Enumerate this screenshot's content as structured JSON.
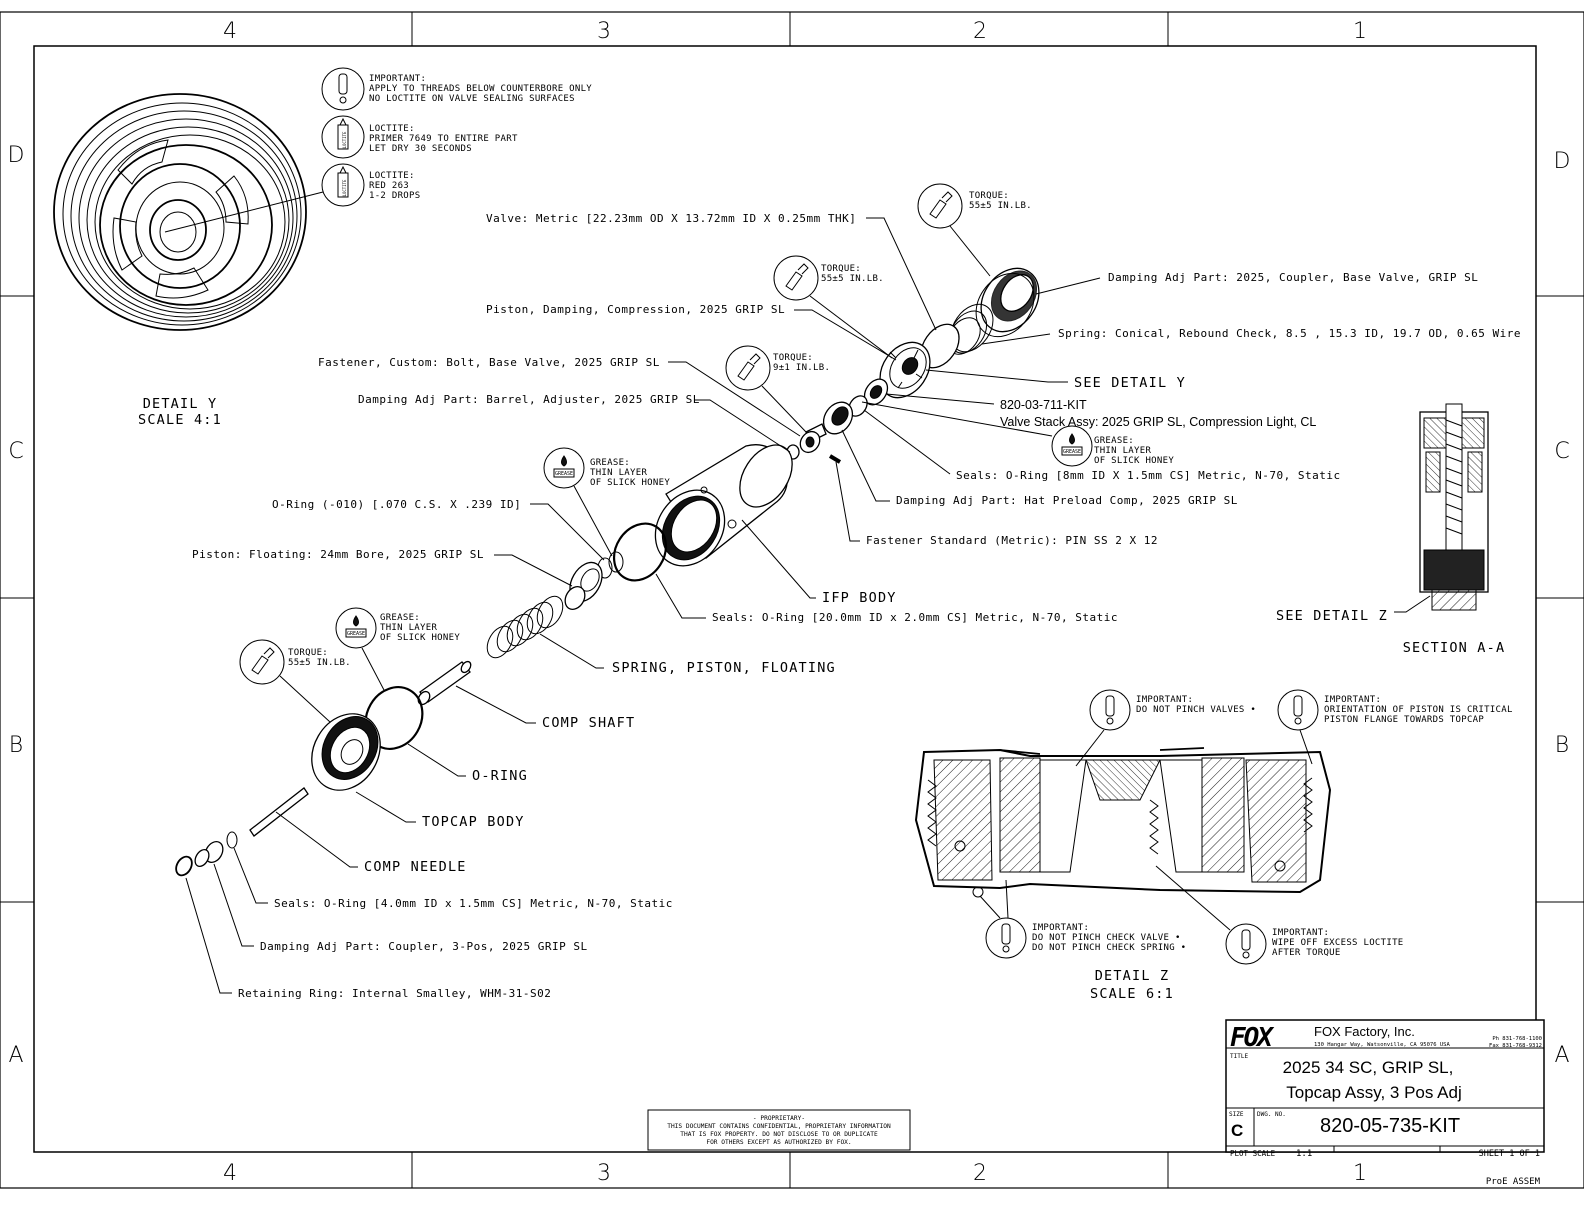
{
  "zones": {
    "cols": [
      "4",
      "3",
      "2",
      "1"
    ],
    "rows": [
      "D",
      "C",
      "B",
      "A"
    ]
  },
  "notes": {
    "important_threads": {
      "head": "IMPORTANT:",
      "l1": "APPLY TO THREADS BELOW COUNTERBORE ONLY",
      "l2": "NO LOCTITE ON VALVE SEALING SURFACES"
    },
    "loctite_primer": {
      "head": "LOCTITE:",
      "l1": "PRIMER 7649 TO ENTIRE PART",
      "l2": "LET DRY 30 SECONDS",
      "icon_label": "LOCTITE"
    },
    "loctite_red": {
      "head": "LOCTITE:",
      "l1": "RED 263",
      "l2": "1-2 DROPS",
      "icon_label": "LOCTITE"
    },
    "torque_top": {
      "head": "TORQUE:",
      "l1": "55±5 IN.LB."
    },
    "torque_piston": {
      "head": "TORQUE:",
      "l1": "55±5 IN.LB."
    },
    "torque_bolt": {
      "head": "TORQUE:",
      "l1": "9±1 IN.LB."
    },
    "torque_topcap": {
      "head": "TORQUE:",
      "l1": "55±5 IN.LB."
    },
    "grease_valve": {
      "head": "GREASE:",
      "l1": "THIN LAYER",
      "l2": "OF SLICK HONEY",
      "icon_label": "GREASE"
    },
    "grease_oring": {
      "head": "GREASE:",
      "l1": "THIN LAYER",
      "l2": "OF SLICK HONEY",
      "icon_label": "GREASE"
    },
    "grease_topcap": {
      "head": "GREASE:",
      "l1": "THIN LAYER",
      "l2": "OF SLICK HONEY",
      "icon_label": "GREASE"
    },
    "pinch_valves": {
      "head": "IMPORTANT:",
      "l1": "DO NOT PINCH VALVES •"
    },
    "orientation": {
      "head": "IMPORTANT:",
      "l1": "ORIENTATION OF PISTON IS CRITICAL",
      "l2": "PISTON FLANGE TOWARDS TOPCAP"
    },
    "pinch_check": {
      "head": "IMPORTANT:",
      "l1": "DO NOT PINCH CHECK VALVE •",
      "l2": "DO NOT PINCH CHECK SPRING •"
    },
    "wipe_loctite": {
      "head": "IMPORTANT:",
      "l1": "WIPE OFF EXCESS LOCTITE",
      "l2": "AFTER TORQUE"
    }
  },
  "labels": {
    "valve_metric": "Valve: Metric [22.23mm OD X 13.72mm ID X 0.25mm THK]",
    "damping_coupler_base": "Damping Adj Part: 2025, Coupler, Base Valve, GRIP SL",
    "spring_conical": "Spring: Conical, Rebound Check, 8.5 , 15.3 ID, 19.7 OD, 0.65 Wire",
    "piston_damping": "Piston, Damping, Compression, 2025 GRIP SL",
    "see_detail_y": "SEE DETAIL  Y",
    "valve_stack_pn": "820-03-711-KIT",
    "valve_stack_desc": "Valve Stack Assy: 2025 GRIP SL, Compression Light, CL",
    "fastener_custom": "Fastener, Custom: Bolt, Base Valve, 2025 GRIP SL",
    "damping_barrel": "Damping Adj Part: Barrel, Adjuster, 2025 GRIP SL",
    "seals_8mm": "Seals: O-Ring [8mm ID X 1.5mm CS] Metric, N-70, Static",
    "damping_hat": "Damping Adj Part: Hat Preload Comp, 2025 GRIP SL",
    "fastener_pin": "Fastener Standard (Metric): PIN SS 2 X 12",
    "oring_010": "O-Ring (-010) [.070 C.S. X .239 ID]",
    "piston_floating": "Piston: Floating: 24mm Bore, 2025 GRIP SL",
    "ifp_body": "IFP BODY",
    "seals_20mm": "Seals: O-Ring [20.0mm ID x 2.0mm CS] Metric, N-70, Static",
    "spring_piston": "SPRING, PISTON, FLOATING",
    "comp_shaft": "COMP SHAFT",
    "o_ring": "O-RING",
    "topcap_body": "TOPCAP BODY",
    "comp_needle": "COMP NEEDLE",
    "seals_4mm": "Seals: O-Ring [4.0mm ID x 1.5mm CS] Metric, N-70, Static",
    "damping_coupler_3pos": "Damping Adj Part: Coupler, 3-Pos, 2025 GRIP SL",
    "retaining_ring": "Retaining Ring: Internal Smalley, WHM-31-S02",
    "detail_y": "DETAIL  Y",
    "detail_y_scale": "SCALE  4:1",
    "see_detail_z": "SEE DETAIL  Z",
    "section_aa": "SECTION  A-A",
    "detail_z": "DETAIL  Z",
    "detail_z_scale": "SCALE  6:1"
  },
  "proprietary": {
    "l1": "- PROPRIETARY-",
    "l2": "THIS DOCUMENT CONTAINS CONFIDENTIAL, PROPRIETARY INFORMATION",
    "l3": "THAT IS FOX PROPERTY.  DO NOT DISCLOSE TO OR DUPLICATE",
    "l4": "FOR OTHERS EXCEPT AS AUTHORIZED BY FOX."
  },
  "title_block": {
    "logo": "FOX",
    "company": "FOX  Factory,  Inc.",
    "address": "130 Hangar Way, Watsonville, CA 95076 USA",
    "phone": "Ph 831-768-1100",
    "fax": "Fax 831-768-9312",
    "title_label": "TITLE",
    "title_l1": "2025 34 SC, GRIP SL,",
    "title_l2": "Topcap Assy, 3 Pos Adj",
    "size_label": "SIZE",
    "size": "C",
    "dwg_label": "DWG. NO.",
    "dwg_no": "820-05-735-KIT",
    "plot_scale_label": "PLOT SCALE",
    "plot_scale": "1:1",
    "sheet": "SHEET  1  OF  1",
    "proe": "ProE  ASSEM"
  }
}
